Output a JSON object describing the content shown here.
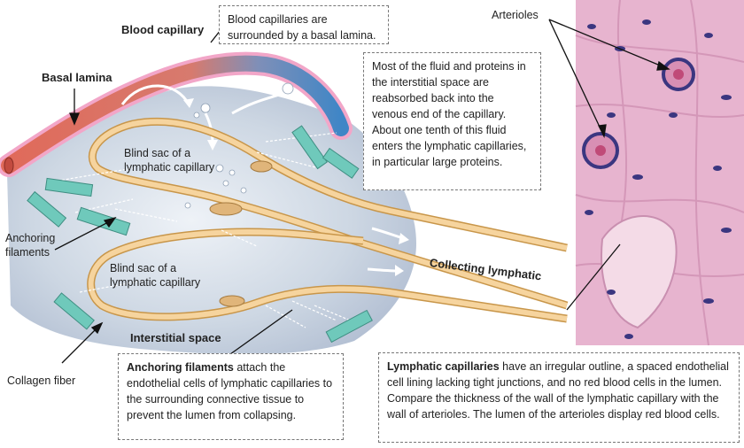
{
  "labels": {
    "blood_capillary": "Blood capillary",
    "basal_lamina": "Basal lamina",
    "blind_sac_1": "Blind sac of a lymphatic capillary",
    "blind_sac_2": "Blind sac of a lymphatic capillary",
    "anchoring_filaments": "Anchoring filaments",
    "collagen_fiber": "Collagen fiber",
    "interstitial_space": "Interstitial space",
    "collecting_lymphatic": "Collecting lymphatic",
    "arterioles": "Arterioles"
  },
  "callouts": {
    "basal_lamina_note": "Blood capillaries are surrounded by a basal lamina.",
    "fluid_note": "Most of the fluid and proteins in the interstitial space are reabsorbed back into the venous end of the capillary. About one tenth of this fluid enters the lymphatic capillaries, in particular large proteins.",
    "anchoring_title": "Anchoring filaments",
    "anchoring_text": " attach the endothelial cells of lymphatic capillaries to the surrounding connective tissue to prevent the lumen from collapsing.",
    "lymphatic_title": "Lymphatic capillaries",
    "lymphatic_text": " have an irregular outline, a spaced  endothelial cell lining lacking tight junctions, and no red blood cells in the lumen. Compare the thickness of the wall of the lymphatic capillary with the wall of arterioles. The lumen of the arterioles display red blood cells."
  },
  "colors": {
    "capillary_arterial": "#e06a5a",
    "capillary_venous": "#3f86c6",
    "basal_lamina": "#f2a6c8",
    "lymphatic_wall": "#f3c98a",
    "lymphatic_outline": "#c8964a",
    "collagen": "#6fc9bb",
    "interstitial": "#b9c7d8",
    "histology_bg": "#e9b7d0",
    "nuclei": "#3b3680"
  }
}
